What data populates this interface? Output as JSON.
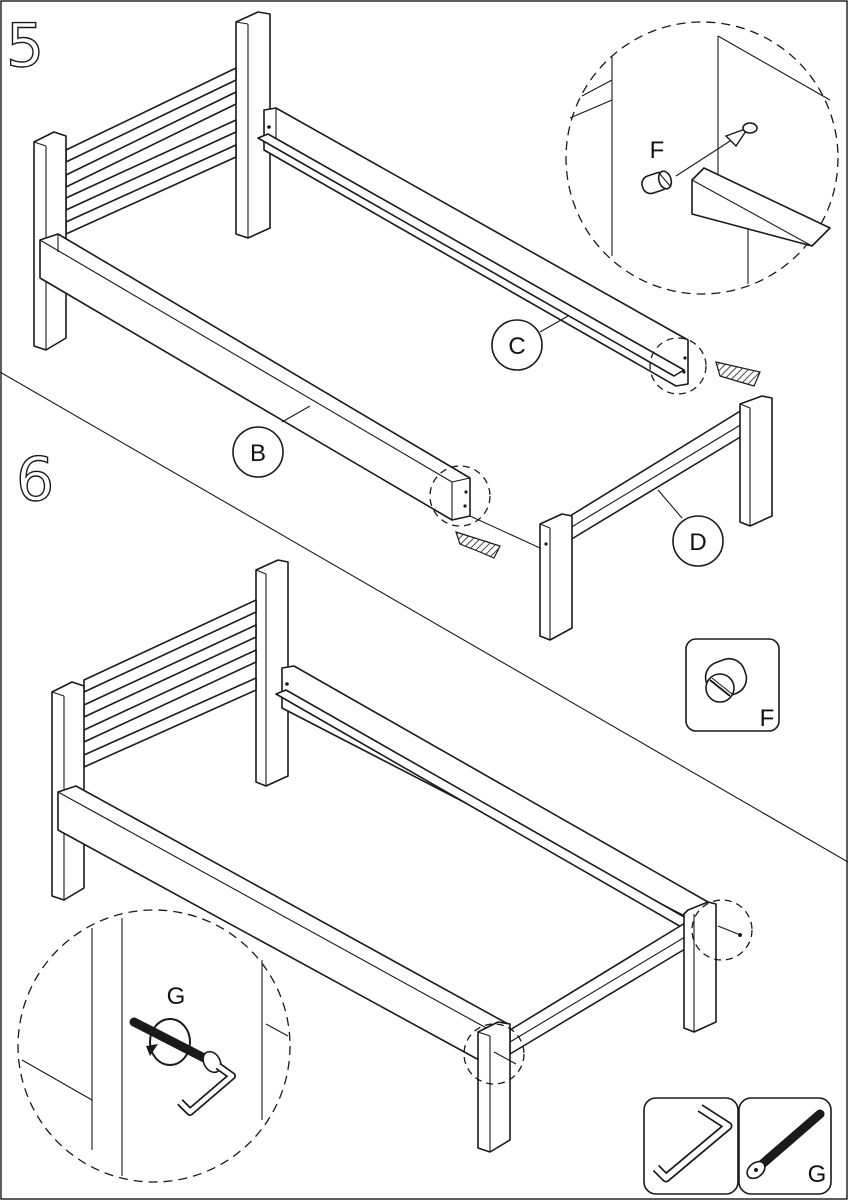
{
  "steps": {
    "five": "5",
    "six": "6"
  },
  "callouts": {
    "b": "B",
    "c": "C",
    "d": "D"
  },
  "detail_labels": {
    "f_zoom": "F",
    "g_zoom": "G"
  },
  "legend": {
    "f_box_label": "F",
    "g_box_label": "G"
  },
  "icons": [
    "barrel-nut-icon",
    "allen-key-icon",
    "bolt-icon",
    "rotate-arrow-icon",
    "insert-arrow-icon"
  ]
}
